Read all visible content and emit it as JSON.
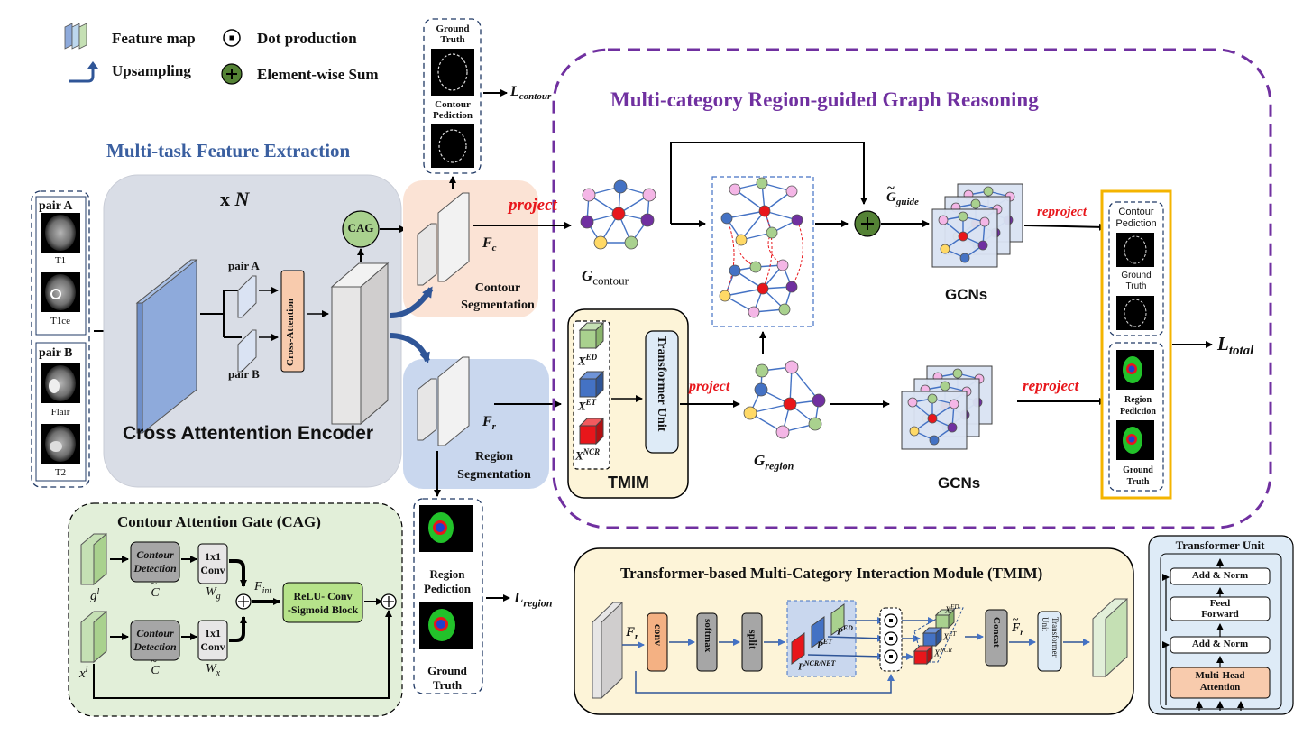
{
  "legend": {
    "feature_map": "Feature map",
    "dot_production": "Dot production",
    "upsampling": "Upsampling",
    "element_wise_sum": "Element-wise Sum"
  },
  "sections": {
    "mtfe": "Multi-task Feature Extraction",
    "mcrgr": "Multi-category Region-guided Graph Reasoning",
    "cae": "Cross Attentention Encoder",
    "cag": "Contour Attention Gate (CAG)",
    "tmim_title": "Transformer-based Multi-Category Interaction Module (TMIM)",
    "tmim": "TMIM"
  },
  "encoder": {
    "x": "x",
    "n": "N",
    "pair_a": "pair A",
    "pair_b": "pair B",
    "cross_attention": "Cross-Attention",
    "cag": "CAG"
  },
  "inputs": {
    "pair_a": "pair A",
    "pair_b": "pair B",
    "t1": "T1",
    "t1ce": "T1ce",
    "flair": "Flair",
    "t2": "T2"
  },
  "contour": {
    "ground_truth": [
      "Ground",
      "Truth"
    ],
    "prediction": [
      "Contour",
      "Pediction"
    ],
    "loss": "L",
    "loss_sub": "contour",
    "fc": "F",
    "fc_sub": "c",
    "seg": [
      "Contour",
      "Segmentation"
    ]
  },
  "region": {
    "fr": "F",
    "fr_sub": "r",
    "seg": [
      "Region",
      "Segmentation"
    ],
    "prediction": [
      "Region",
      "Pediction"
    ],
    "ground_truth": [
      "Ground",
      "Truth"
    ],
    "loss": "L",
    "loss_sub": "region"
  },
  "graph": {
    "project": "project",
    "reproject": "reproject",
    "g": "G",
    "g_contour": "contour",
    "g_region": "region",
    "g_guide": "guide",
    "gcns": "GCNs",
    "transformer_unit": "Transformer Unit",
    "x_ed": "ED",
    "x_et": "ET",
    "x_ncr": "NCR"
  },
  "outputs": {
    "contour_pred": [
      "Contour",
      "Pediction"
    ],
    "ground_truth": [
      "Ground",
      "Truth"
    ],
    "region_pred": [
      "Region",
      "Pediction"
    ],
    "ground_truth2": [
      "Ground",
      "Truth"
    ],
    "l_total": "L",
    "l_total_sub": "total"
  },
  "cag_module": {
    "contour_detection": [
      "Contour",
      "Detection"
    ],
    "conv": [
      "1x1",
      "Conv"
    ],
    "c_tilde": "C",
    "g": "g",
    "g_sup": "l",
    "x": "x",
    "x_sup": "l",
    "w_g": "W",
    "w_g_sub": "g",
    "w_x": "W",
    "w_x_sub": "x",
    "f_int": "F",
    "f_int_sub": "int",
    "relu_block": [
      "ReLU- Conv",
      "-Sigmoid Block"
    ]
  },
  "tmim_module": {
    "fr": "F",
    "fr_sub": "r",
    "conv": "conv",
    "softmax": "softmax",
    "split": "split",
    "p_ed": "ED",
    "p_et": "ET",
    "p_ncr": "NCR/NET",
    "x_ed": "ED",
    "x_et": "ET",
    "x_ncr": "NCR",
    "concat": "Concat",
    "fr_tilde": "F",
    "transformer_unit": [
      "Transformer",
      "Unit"
    ]
  },
  "transformer_unit": {
    "title": "Transformer Unit",
    "add_norm": "Add & Norm",
    "feed_forward": [
      "Feed",
      "Forward"
    ],
    "add_norm2": "Add & Norm",
    "mha": [
      "Multi-Head",
      "Attention"
    ]
  },
  "colors": {
    "purple": "#7030a0",
    "blue_title": "#3a5fa0",
    "red": "#e8161b",
    "encoder_bg": "#d9dde6",
    "contour_bg": "#fbe3d5",
    "region_bg": "#c9d7ee",
    "cag_bg": "#e2efd9",
    "tmim_bg": "#fdf4d8",
    "tu_bg": "#deebf7",
    "gold": "#f4b400",
    "fm_blue": "#8eaadb",
    "node_red": "#e8161b",
    "node_blue": "#4472c4",
    "node_purple": "#7030a0",
    "node_pink": "#f4b6e6",
    "node_green": "#a9d18e",
    "node_yellow": "#ffd966"
  }
}
